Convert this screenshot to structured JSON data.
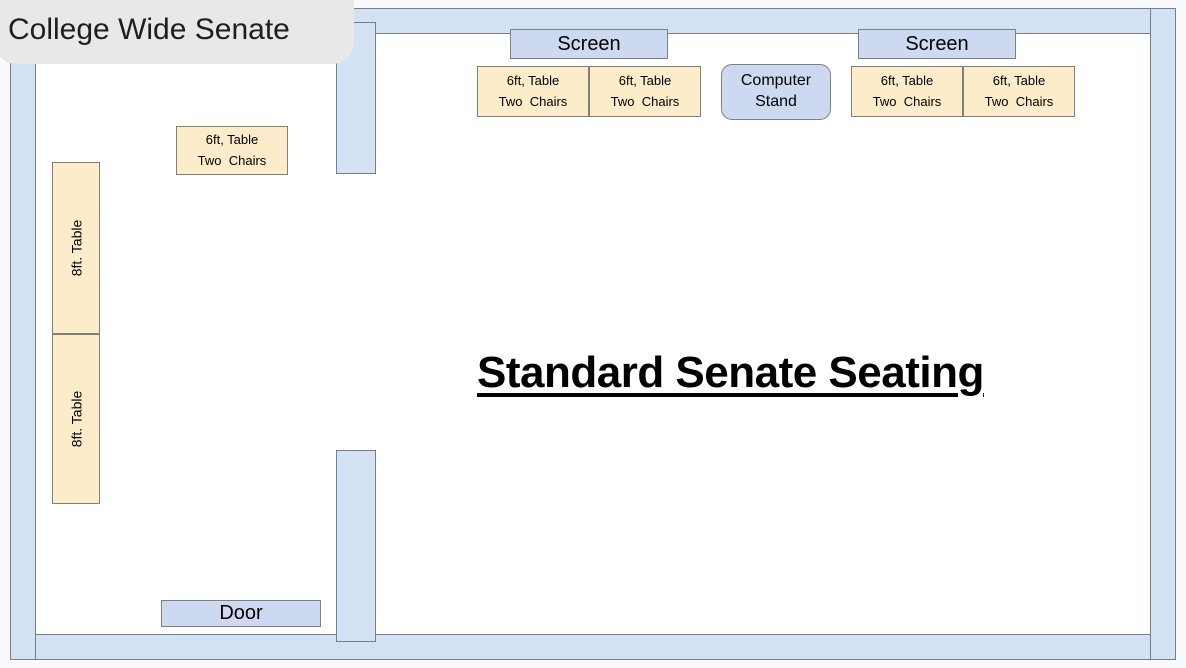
{
  "overlay": {
    "title": "College Wide Senate"
  },
  "room": {
    "heading": "Standard Senate Seating"
  },
  "colors": {
    "wall_fill": "#d2e2f2",
    "wall_stroke": "#7b7b83",
    "table_fill": "#fcecc9",
    "table_stroke": "#7f7f7f",
    "screen_fill": "#ccd9f0",
    "floor": "#ffffff",
    "canvas_background": "#f7f9fb",
    "overlay_fill": "#e8e8e8"
  },
  "screens": [
    {
      "label": "Screen"
    },
    {
      "label": "Screen"
    }
  ],
  "computer_stand": {
    "line1": "Computer",
    "line2": "Stand"
  },
  "door": {
    "label": "Door"
  },
  "tables_6ft": [
    {
      "line1": "6ft, Table",
      "line2": "Two  Chairs"
    },
    {
      "line1": "6ft, Table",
      "line2": "Two  Chairs"
    },
    {
      "line1": "6ft, Table",
      "line2": "Two  Chairs"
    },
    {
      "line1": "6ft, Table",
      "line2": "Two  Chairs"
    },
    {
      "line1": "6ft, Table",
      "line2": "Two  Chairs"
    }
  ],
  "tables_8ft": [
    {
      "label": "8ft. Table"
    },
    {
      "label": "8ft. Table"
    }
  ]
}
